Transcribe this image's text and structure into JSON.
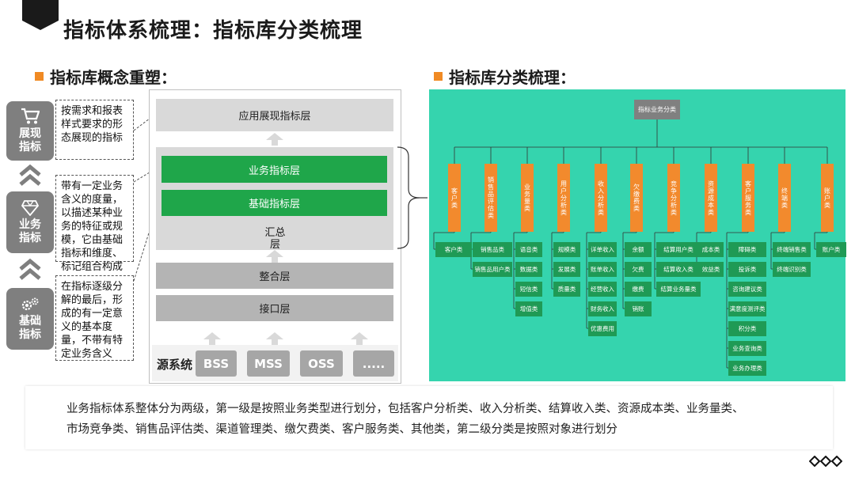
{
  "page_title": "指标体系梳理：指标库分类梳理",
  "left_section_title": "指标库概念重塑：",
  "right_section_title": "指标库分类梳理：",
  "badges": [
    {
      "line1": "展现",
      "line2": "指标",
      "icon": "cart-icon"
    },
    {
      "line1": "业务",
      "line2": "指标",
      "icon": "diamond-icon"
    },
    {
      "line1": "基础",
      "line2": "指标",
      "icon": "gears-icon"
    }
  ],
  "descriptions": [
    "按需求和报表样式要求的形态展现的指标",
    "带有一定业务含义的度量，以描述某种业务的特征或规模，它由基础指标和维度、标记组合构成",
    "在指标逐级分解的最后，形成的有一定意义的基本度量，不带有特定业务含义"
  ],
  "layers": {
    "top": "应用展现指标层",
    "business": "业务指标层",
    "base": "基础指标层",
    "summary_line1": "汇总",
    "summary_line2": "层",
    "integration": "整合层",
    "interface": "接口层",
    "source_label": "源系统",
    "sources": [
      "BSS",
      "MSS",
      "OSS",
      "....."
    ]
  },
  "tree": {
    "root": "指标业务分类",
    "categories": [
      {
        "label": "客户类",
        "leaves": [
          "客户类"
        ]
      },
      {
        "label": "销售品评估类",
        "leaves": [
          "销售品类",
          "销售品用户类"
        ]
      },
      {
        "label": "业务量类",
        "leaves": [
          "语音类",
          "数据类",
          "短信类",
          "增值类"
        ]
      },
      {
        "label": "用户分析类",
        "leaves": [
          "规模类",
          "发展类",
          "质量类"
        ]
      },
      {
        "label": "收入分析类",
        "leaves": [
          "详单收入",
          "账单收入",
          "经营收入",
          "财务收入",
          "优惠费用"
        ]
      },
      {
        "label": "欠缴费类",
        "leaves": [
          "余额",
          "欠费",
          "缴费",
          "销账"
        ]
      },
      {
        "label": "竞争分析类",
        "leaves": [
          "结算用户类",
          "结算收入类",
          "结算业务量类"
        ]
      },
      {
        "label": "资源成本类",
        "leaves": [
          "成本类",
          "效益类"
        ]
      },
      {
        "label": "客户服务类",
        "leaves": [
          "障碍类",
          "投诉类",
          "咨询建议类",
          "满意度测评类",
          "积分类",
          "业务查询类",
          "业务办理类"
        ]
      },
      {
        "label": "终端类",
        "leaves": [
          "终端销售类",
          "终端识别类"
        ]
      },
      {
        "label": "账户类",
        "leaves": [
          "账户类"
        ]
      }
    ]
  },
  "note_line1": "业务指标体系整体分为两级，第一级是按照业务类型进行划分，包括客户分析类、收入分析类、结算收入类、资源成本类、业务量类、",
  "note_line2": "市场竞争类、销售品评估类、渠道管理类、缴欠费类、客户服务类、其他类，第二级分类是按照对象进行划分",
  "colors": {
    "accent": "#f08a24",
    "green": "#1fa64a",
    "teal": "#35d4ae",
    "gray": "#7f7f7f"
  }
}
